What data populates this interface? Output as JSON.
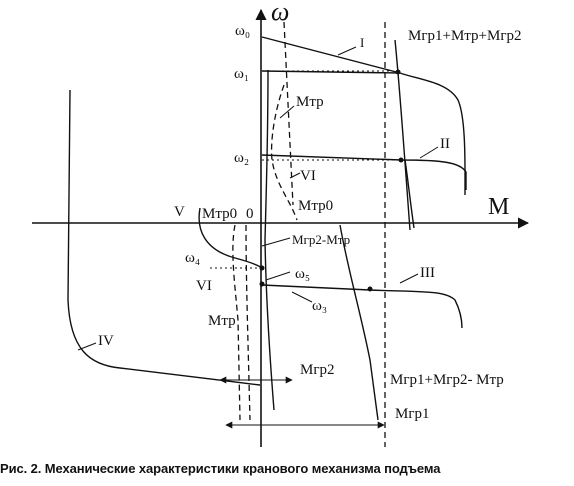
{
  "axes": {
    "y": "ω",
    "x": "M"
  },
  "speeds": {
    "w0": "ω₀",
    "w1": "ω₁",
    "w2": "ω₂",
    "w3": "ω₃",
    "w4": "ω₄",
    "w5": "ω₅"
  },
  "curves": {
    "I": "I",
    "II": "II",
    "III": "III",
    "IV": "IV",
    "V": "V",
    "VI_upper": "VI",
    "VI_lower": "VI"
  },
  "moments": {
    "sum_top": "Mгр1+Mтр+Mгр2",
    "mtr_upper": "Mтр",
    "mtr0_left": "Mтр0",
    "origin": "0",
    "mtr0_right": "Mтр0",
    "mgr2_minus_mtr": "Mгр2-Mтр",
    "mtr_lower": "Mтр",
    "sum_bottom": "Mгр1+Mгр2- Mтр",
    "mgr2": "Mгр2",
    "mgr1": "Mгр1"
  },
  "caption": "Рис. 2.  Механические характеристики кранового механизма подъема"
}
